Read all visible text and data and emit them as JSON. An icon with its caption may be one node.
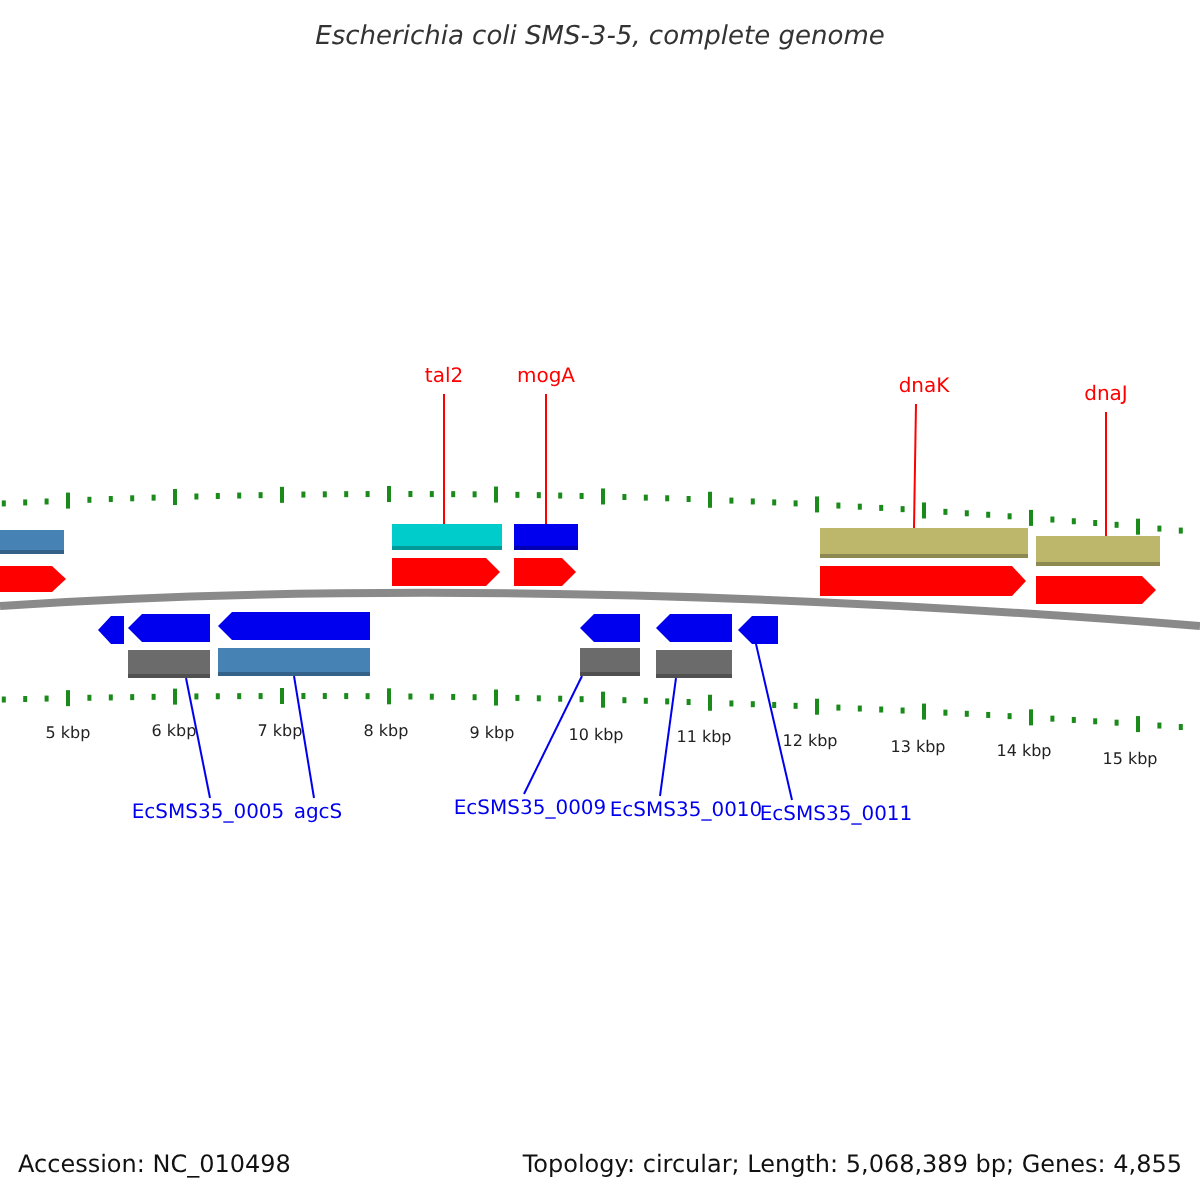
{
  "diagram": {
    "title": "Escherichia coli SMS-3-5, complete genome",
    "nodes": [
      {
        "text": [
          "tal2"
        ]
      },
      {
        "text": [
          "mogA"
        ]
      },
      {
        "text": [
          "dnaK"
        ]
      },
      {
        "text": [
          "dnaJ"
        ]
      },
      {
        "text": [],
        "shape": "bar"
      },
      {
        "text": [],
        "shape": "arrow"
      },
      {
        "text": [],
        "shape": "bar"
      },
      {
        "text": [],
        "shape": "arrow"
      },
      {
        "text": [],
        "shape": "bar"
      },
      {
        "text": [],
        "shape": "arrow"
      },
      {
        "text": [],
        "shape": "bar"
      },
      {
        "text": [],
        "shape": "arrow"
      },
      {
        "text": [],
        "shape": "bar"
      },
      {
        "text": [],
        "shape": "arrow"
      },
      {
        "text": [],
        "shape": "arrow"
      },
      {
        "text": [],
        "shape": "arrow"
      },
      {
        "text": [],
        "shape": "arrow"
      },
      {
        "text": [],
        "shape": "bar"
      },
      {
        "text": [],
        "shape": "bar"
      },
      {
        "text": [],
        "shape": "arrow"
      },
      {
        "text": [],
        "shape": "bar"
      },
      {
        "text": [],
        "shape": "arrow"
      },
      {
        "text": [],
        "shape": "bar"
      },
      {
        "text": [],
        "shape": "arrow"
      },
      {
        "text": [
          "EcSMS35_0005"
        ]
      },
      {
        "text": [
          "agcS"
        ]
      },
      {
        "text": [
          "EcSMS35_0009"
        ]
      },
      {
        "text": [
          "EcSMS35_0010"
        ]
      },
      {
        "text": [
          "EcSMS35_0011"
        ]
      }
    ],
    "edges": [
      {
        "from": 0,
        "to": 6,
        "arrow": "none",
        "color": "#ff0000"
      },
      {
        "from": 1,
        "to": 8,
        "arrow": "none",
        "color": "#ff0000"
      },
      {
        "from": 2,
        "to": 10,
        "arrow": "none",
        "color": "#ff0000"
      },
      {
        "from": 3,
        "to": 12,
        "arrow": "none",
        "color": "#ff0000"
      },
      {
        "from": 24,
        "to": 17,
        "arrow": "none"
      },
      {
        "from": 25,
        "to": 18,
        "arrow": "none"
      },
      {
        "from": 26,
        "to": 20,
        "arrow": "none"
      },
      {
        "from": 27,
        "to": 22,
        "arrow": "none"
      },
      {
        "from": 28,
        "to": 23,
        "arrow": "none"
      }
    ],
    "labels": [
      "5 kbp",
      "6 kbp",
      "7 kbp",
      "8 kbp",
      "9 kbp",
      "10 kbp",
      "11 kbp",
      "12 kbp",
      "13 kbp",
      "14 kbp",
      "15 kbp",
      "Accession: NC_010498",
      "Topology: circular; Length: 5,068,389 bp; Genes: 4,855"
    ]
  }
}
